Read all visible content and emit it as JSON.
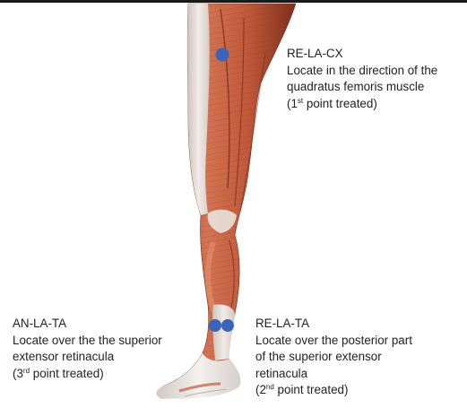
{
  "colors": {
    "muscle": "#c0593a",
    "muscle_light": "#e08a68",
    "muscle_dark": "#8e3421",
    "tendon": "#ece8e4",
    "point": "#3a64b7"
  },
  "points": [
    {
      "code": "RE-LA-CX",
      "line1": "Locate in the direction of the",
      "line2": "quadratus femoris muscle",
      "order_pre": "(1",
      "order_sup": "st",
      "order_post": " point treated)"
    },
    {
      "code": "AN-LA-TA",
      "line1": "Locate over the the superior",
      "line2": "extensor retinacula",
      "order_pre": "(3",
      "order_sup": "rd",
      "order_post": " point treated)"
    },
    {
      "code": "RE-LA-TA",
      "line1": "Locate over the posterior part",
      "line2": "of the superior extensor",
      "line3": "retinacula",
      "order_pre": "(2",
      "order_sup": "nd",
      "order_post": " point treated)"
    }
  ]
}
